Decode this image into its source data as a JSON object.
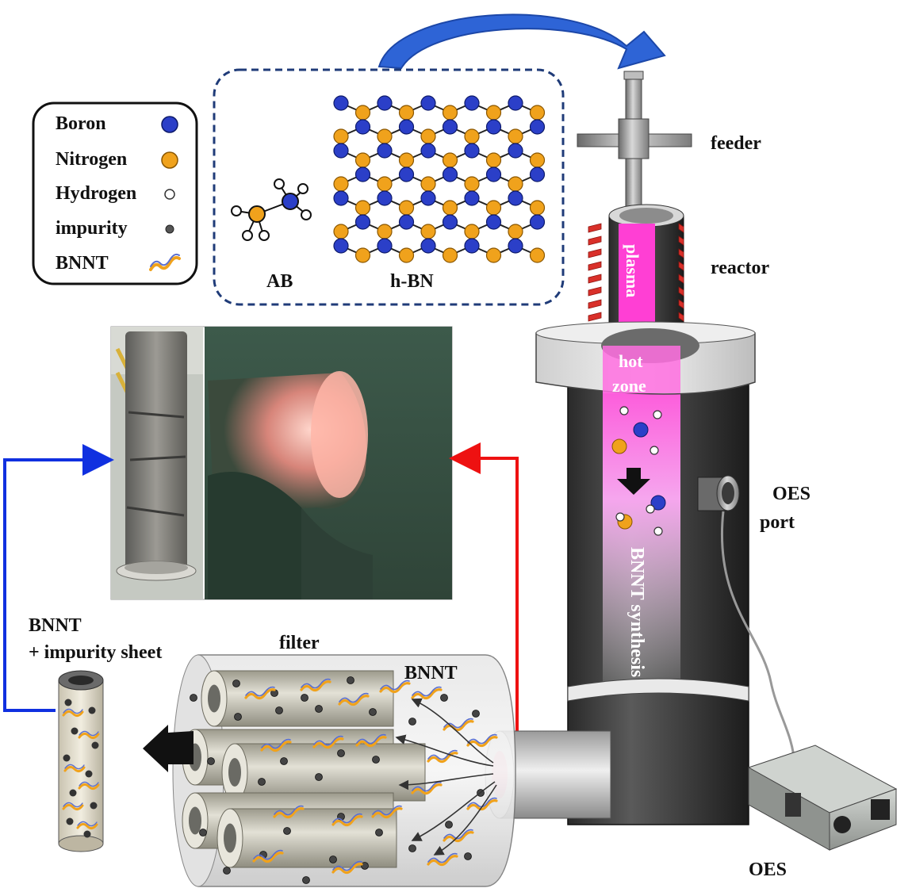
{
  "legend": {
    "items": [
      {
        "label": "Boron",
        "color": "#2b3fc8"
      },
      {
        "label": "Nitrogen",
        "color": "#f0a21c"
      },
      {
        "label": "Hydrogen",
        "color": "#ffffff"
      },
      {
        "label": "impurity",
        "color": "#555555"
      },
      {
        "label": "BNNT",
        "color": "#5a6fd0"
      }
    ]
  },
  "molecules": {
    "ab_label": "AB",
    "hbn_label": "h-BN"
  },
  "reactor": {
    "feeder_label": "feeder",
    "reactor_label": "reactor",
    "plasma_label": "plasma",
    "hot_label": "hot",
    "zone_label": "zone",
    "synthesis_label": "BNNT synthesis",
    "oes_port_line1": "OES",
    "oes_port_line2": "port",
    "oes_label": "OES"
  },
  "filter": {
    "filter_label": "filter",
    "bnnt_label": "BNNT",
    "sheet_line1": "BNNT",
    "sheet_line2": "+ impurity sheet"
  },
  "colors": {
    "boron": "#2b3fc8",
    "nitrogen": "#f0a21c",
    "plasma": "#ff4fd8",
    "arrow_top": "#2e64d6",
    "arrow_blue": "#1030e0",
    "arrow_red": "#ee1111",
    "dashed_box": "#1f3b78"
  }
}
